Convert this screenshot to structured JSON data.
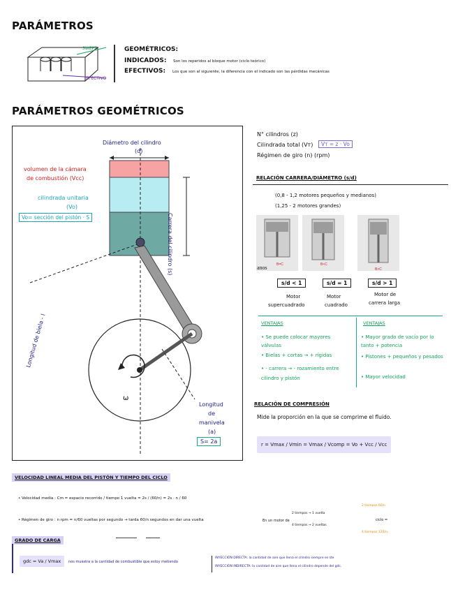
{
  "page": {
    "heading_params": "PARÁMETROS",
    "heading_geo": "PARÁMETROS GEOMÉTRICOS",
    "cube_labels": {
      "swept": "SWEPT",
      "effective": "EFECTIVO"
    }
  },
  "definitions": {
    "geo": "GEOMÉTRICOS:",
    "indicados_term": "INDICADOS:",
    "indicados_text": "Son los reperidos al bloque motor (ciclo teórico)",
    "efectivos_term": "EFECTIVOS:",
    "efectivos_text": "Los que son al siguiente, la diferencia con el indicado son las pérdidas mecánicas"
  },
  "piston": {
    "diameter_label": "Diámetro del cilindro",
    "diameter_symbol": "(d)",
    "chamber_label_1": "volumen de la cámara",
    "chamber_label_2": "de combustión (Vcc)",
    "unit_label_1": "cilindrada unitaria",
    "unit_label_2": "(Vo)",
    "unit_formula": "Vo= sección del pistón · S",
    "stroke_label": "Carrera del cilindro",
    "stroke_symbol": "(s)",
    "rod_label": "Longitud de biela - l",
    "omega": "ω",
    "crank_label_1": "Longitud",
    "crank_label_2": "de",
    "crank_label_3": "manivela",
    "crank_label_4": "(a)",
    "crank_formula": "S= 2a"
  },
  "right_info": {
    "cyl": "N° cilindros (z)",
    "total": "Cilindrada total (Vт)",
    "total_formula": "Vт = z · Vo",
    "regimen": "Régimen de giro (n) (rpm)"
  },
  "relacion_sd": {
    "title": "RELACIÓN CARRERA/DIÁMETRO (s/d)",
    "range1": "(0,8 - 1,2 motores pequeños y medianos)",
    "range2": "(1,25 - 2 motores grandes)",
    "photo_label": "anos",
    "img_caption": "B<C",
    "img_caption2": "B=C",
    "img_caption3": "B>C",
    "ratio1": "s/d < 1",
    "ratio2": "s/d = 1",
    "ratio3": "s/d > 1",
    "m1a": "Motor",
    "m1b": "supercuadrado",
    "m2a": "Motor",
    "m2b": "cuadrado",
    "m3a": "Motor de",
    "m3b": "carrera larga",
    "vent_title": "VENTAJAS",
    "v1": "• Se puede colocar mayores válvulas",
    "v2": "• Bielas + cortas → + rígidas",
    "v3": "• - carrera → - rozamiento entre cilindro y pistón",
    "vent2_title": "VENTAJAS",
    "w1": "• Mayor grado de vacío por lo tanto + potencia",
    "w2": "• Pistones + pequeños y pesados",
    "w3": "• Mayor velocidad"
  },
  "compresion": {
    "title": "RELACIÓN DE COMPRESIÓN",
    "desc": "Mide la proporción en la que se comprime el fluido.",
    "formula": "r = Vmax / Vmin = Vmax / Vcomp = Vo + Vcc / Vcc"
  },
  "velocidad": {
    "title": "VELOCIDAD LINEAL MEDIA DEL PISTÓN Y TIEMPO DEL CICLO",
    "b1": "• Velocidad media : Cm = espacio recorrido / tiempo 1 vuelta = 2s / (60/n) = 2s · n / 60",
    "b2": "• Régimen de giro : n rpm = n/60 vueltas por segundo → tarda 60/n segundos en dar una vuelta",
    "m2": "En un motor de",
    "m2a": "2 tiempos → 1 vuelta",
    "m2b": "4 tiempos → 2 vueltas",
    "cyc": "ciclo =",
    "note1": "2 tiempos 60/n",
    "note2": "4 tiempos 120/n"
  },
  "carga": {
    "title": "GRADO DE CARGA",
    "formula": "gdc = Va / Vmax",
    "desc": "nos muestra a la cantidad de combustible que estoy metiendo",
    "i1": "INYECCIÓN DIRECTA: la cantidad de aire que llena el cilindro siempre es ste",
    "i2": "INYECCIÓN INDIRECTA: la cantidad de aire que llena el cilindro depende del gdc."
  }
}
